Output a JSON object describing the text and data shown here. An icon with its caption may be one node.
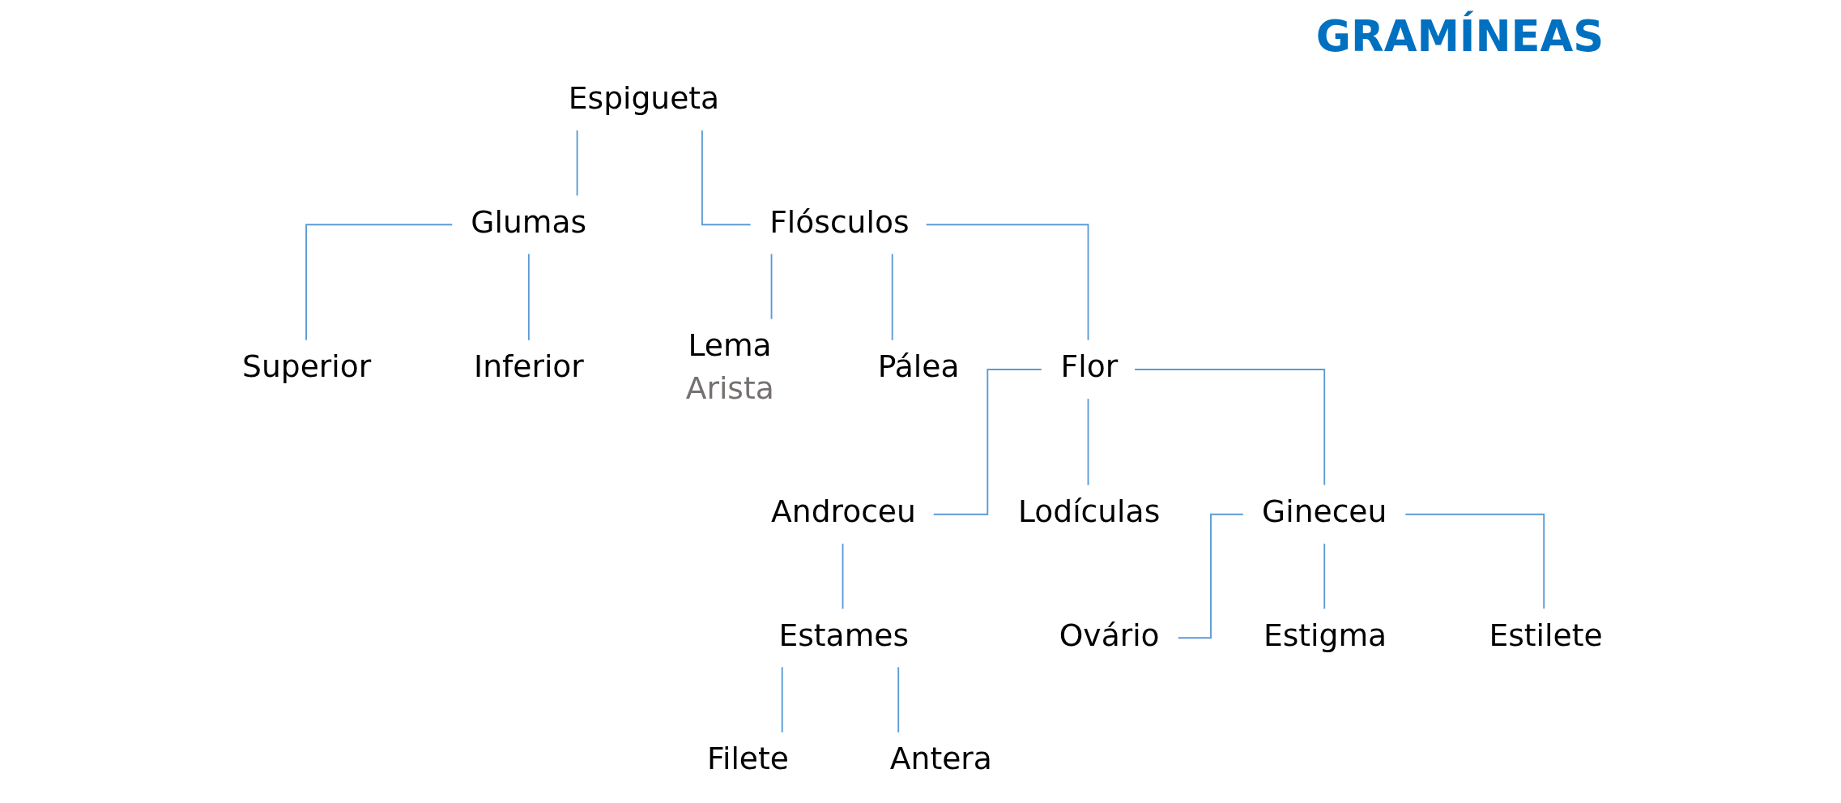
{
  "diagram": {
    "title": "GRAMÍNEAS",
    "nodes": [
      {
        "text": [
          "Espigueta"
        ]
      },
      {
        "text": [
          "Glumas"
        ]
      },
      {
        "text": [
          "Flósculos"
        ]
      },
      {
        "text": [
          "Superior"
        ]
      },
      {
        "text": [
          "Inferior"
        ]
      },
      {
        "text": [
          "Lema"
        ],
        "beside": [
          "Arista"
        ]
      },
      {
        "text": [
          "Pálea"
        ]
      },
      {
        "text": [
          "Flor"
        ]
      },
      {
        "text": [
          "Androceu"
        ]
      },
      {
        "text": [
          "Lodículas"
        ]
      },
      {
        "text": [
          "Gineceu"
        ]
      },
      {
        "text": [
          "Estames"
        ]
      },
      {
        "text": [
          "Ovário"
        ]
      },
      {
        "text": [
          "Estigma"
        ]
      },
      {
        "text": [
          "Estilete"
        ]
      },
      {
        "text": [
          "Filete"
        ]
      },
      {
        "text": [
          "Antera"
        ]
      }
    ],
    "edges": [
      {
        "from": 0,
        "to": 1,
        "arrow": "none"
      },
      {
        "from": 0,
        "to": 2,
        "arrow": "none"
      },
      {
        "from": 1,
        "to": 3,
        "arrow": "none"
      },
      {
        "from": 1,
        "to": 4,
        "arrow": "none"
      },
      {
        "from": 2,
        "to": 5,
        "arrow": "none"
      },
      {
        "from": 2,
        "to": 6,
        "arrow": "none"
      },
      {
        "from": 2,
        "to": 7,
        "arrow": "none"
      },
      {
        "from": 7,
        "to": 8,
        "arrow": "none"
      },
      {
        "from": 7,
        "to": 9,
        "arrow": "none"
      },
      {
        "from": 7,
        "to": 10,
        "arrow": "none"
      },
      {
        "from": 8,
        "to": 11,
        "arrow": "none"
      },
      {
        "from": 10,
        "to": 12,
        "arrow": "none"
      },
      {
        "from": 10,
        "to": 13,
        "arrow": "none"
      },
      {
        "from": 10,
        "to": 14,
        "arrow": "none"
      },
      {
        "from": 11,
        "to": 15,
        "arrow": "none"
      },
      {
        "from": 11,
        "to": 16,
        "arrow": "none"
      }
    ]
  }
}
